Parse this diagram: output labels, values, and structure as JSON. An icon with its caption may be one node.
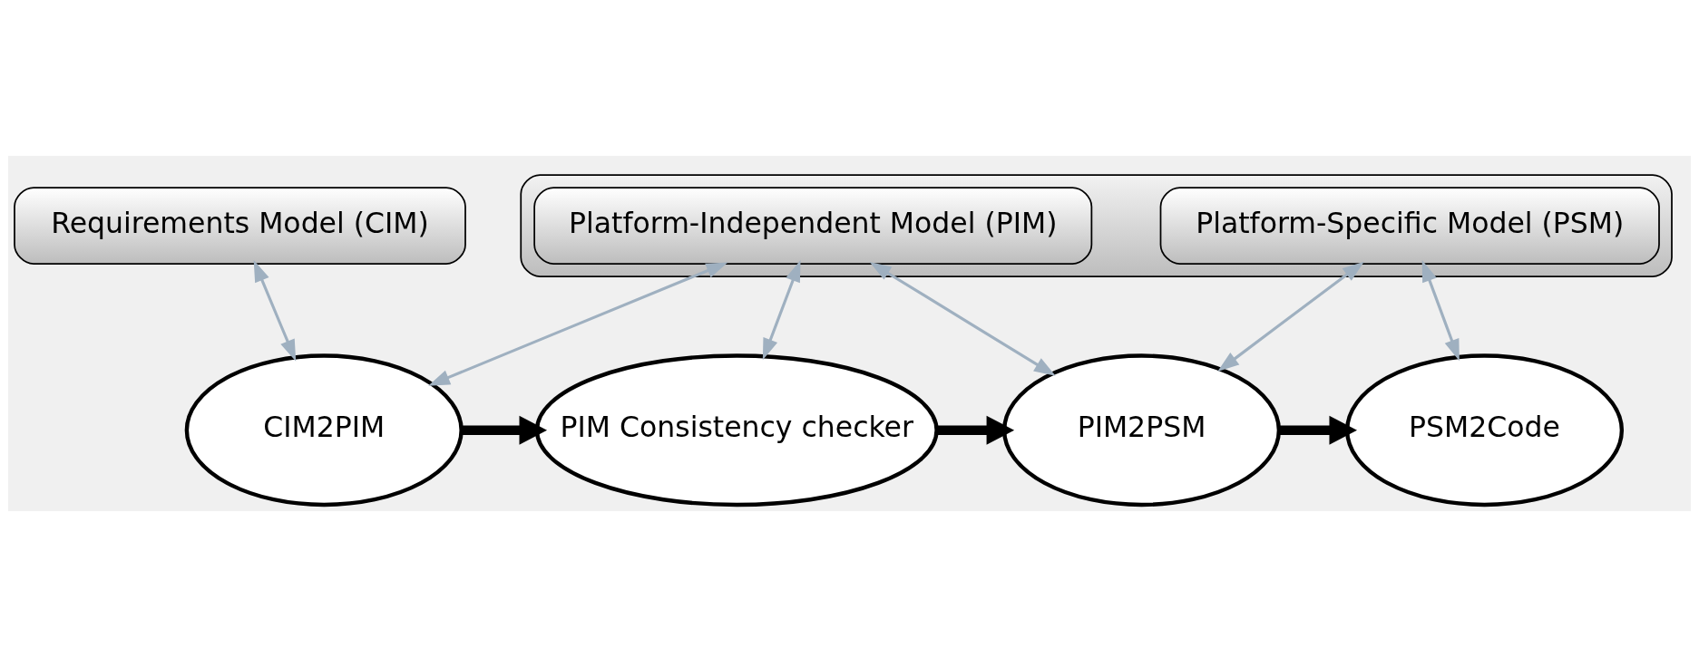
{
  "diagram": {
    "nodes": [
      {
        "text": [],
        "shape": "box"
      },
      {
        "text": [
          "Requirements Model (CIM)"
        ]
      },
      {
        "text": [
          "Platform-Independent Model (PIM)"
        ],
        "in": 0
      },
      {
        "text": [
          "Platform-Specific Model (PSM)"
        ],
        "in": 0
      },
      {
        "text": [
          "CIM2PIM"
        ]
      },
      {
        "text": [
          "PIM Consistency checker"
        ]
      },
      {
        "text": [
          "PIM2PSM"
        ]
      },
      {
        "text": [
          "PSM2Code"
        ]
      }
    ],
    "edges": [
      {
        "from": 1,
        "to": 4,
        "arrow": "both"
      },
      {
        "from": 2,
        "to": 4,
        "arrow": "both"
      },
      {
        "from": 2,
        "to": 5,
        "arrow": "both"
      },
      {
        "from": 2,
        "to": 6,
        "arrow": "both"
      },
      {
        "from": 3,
        "to": 6,
        "arrow": "both"
      },
      {
        "from": 3,
        "to": 7,
        "arrow": "both"
      },
      {
        "from": 4,
        "to": 5,
        "arrow": "to",
        "style": "thick",
        "color": "#000000"
      },
      {
        "from": 5,
        "to": 6,
        "arrow": "to",
        "style": "thick",
        "color": "#000000"
      },
      {
        "from": 6,
        "to": 7,
        "arrow": "to",
        "style": "thick",
        "color": "#000000"
      }
    ]
  }
}
